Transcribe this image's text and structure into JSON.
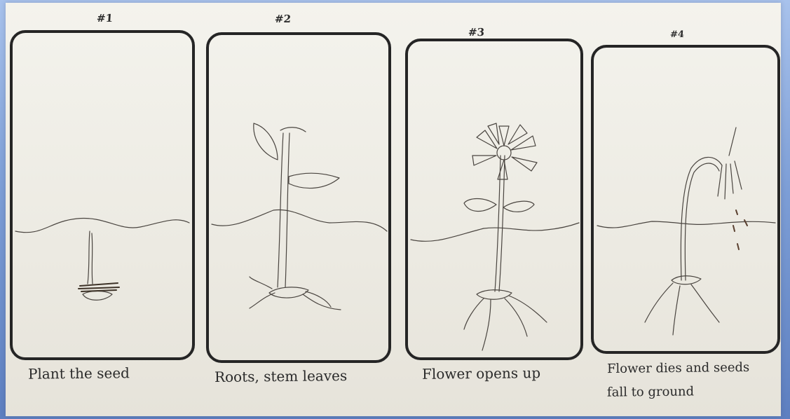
{
  "panels": [
    {
      "number": "#1",
      "caption": "Plant the seed"
    },
    {
      "number": "#2",
      "caption": "Roots, stem leaves"
    },
    {
      "number": "#3",
      "caption": "Flower opens up"
    },
    {
      "number": "#4",
      "caption_line1": "Flower  dies and seeds",
      "caption_line2": "fall to ground"
    }
  ],
  "colors": {
    "background": "#7d9ed6",
    "paper": "#f1efe8",
    "ink": "#2a2a2a",
    "pencil": "#4a4540"
  }
}
